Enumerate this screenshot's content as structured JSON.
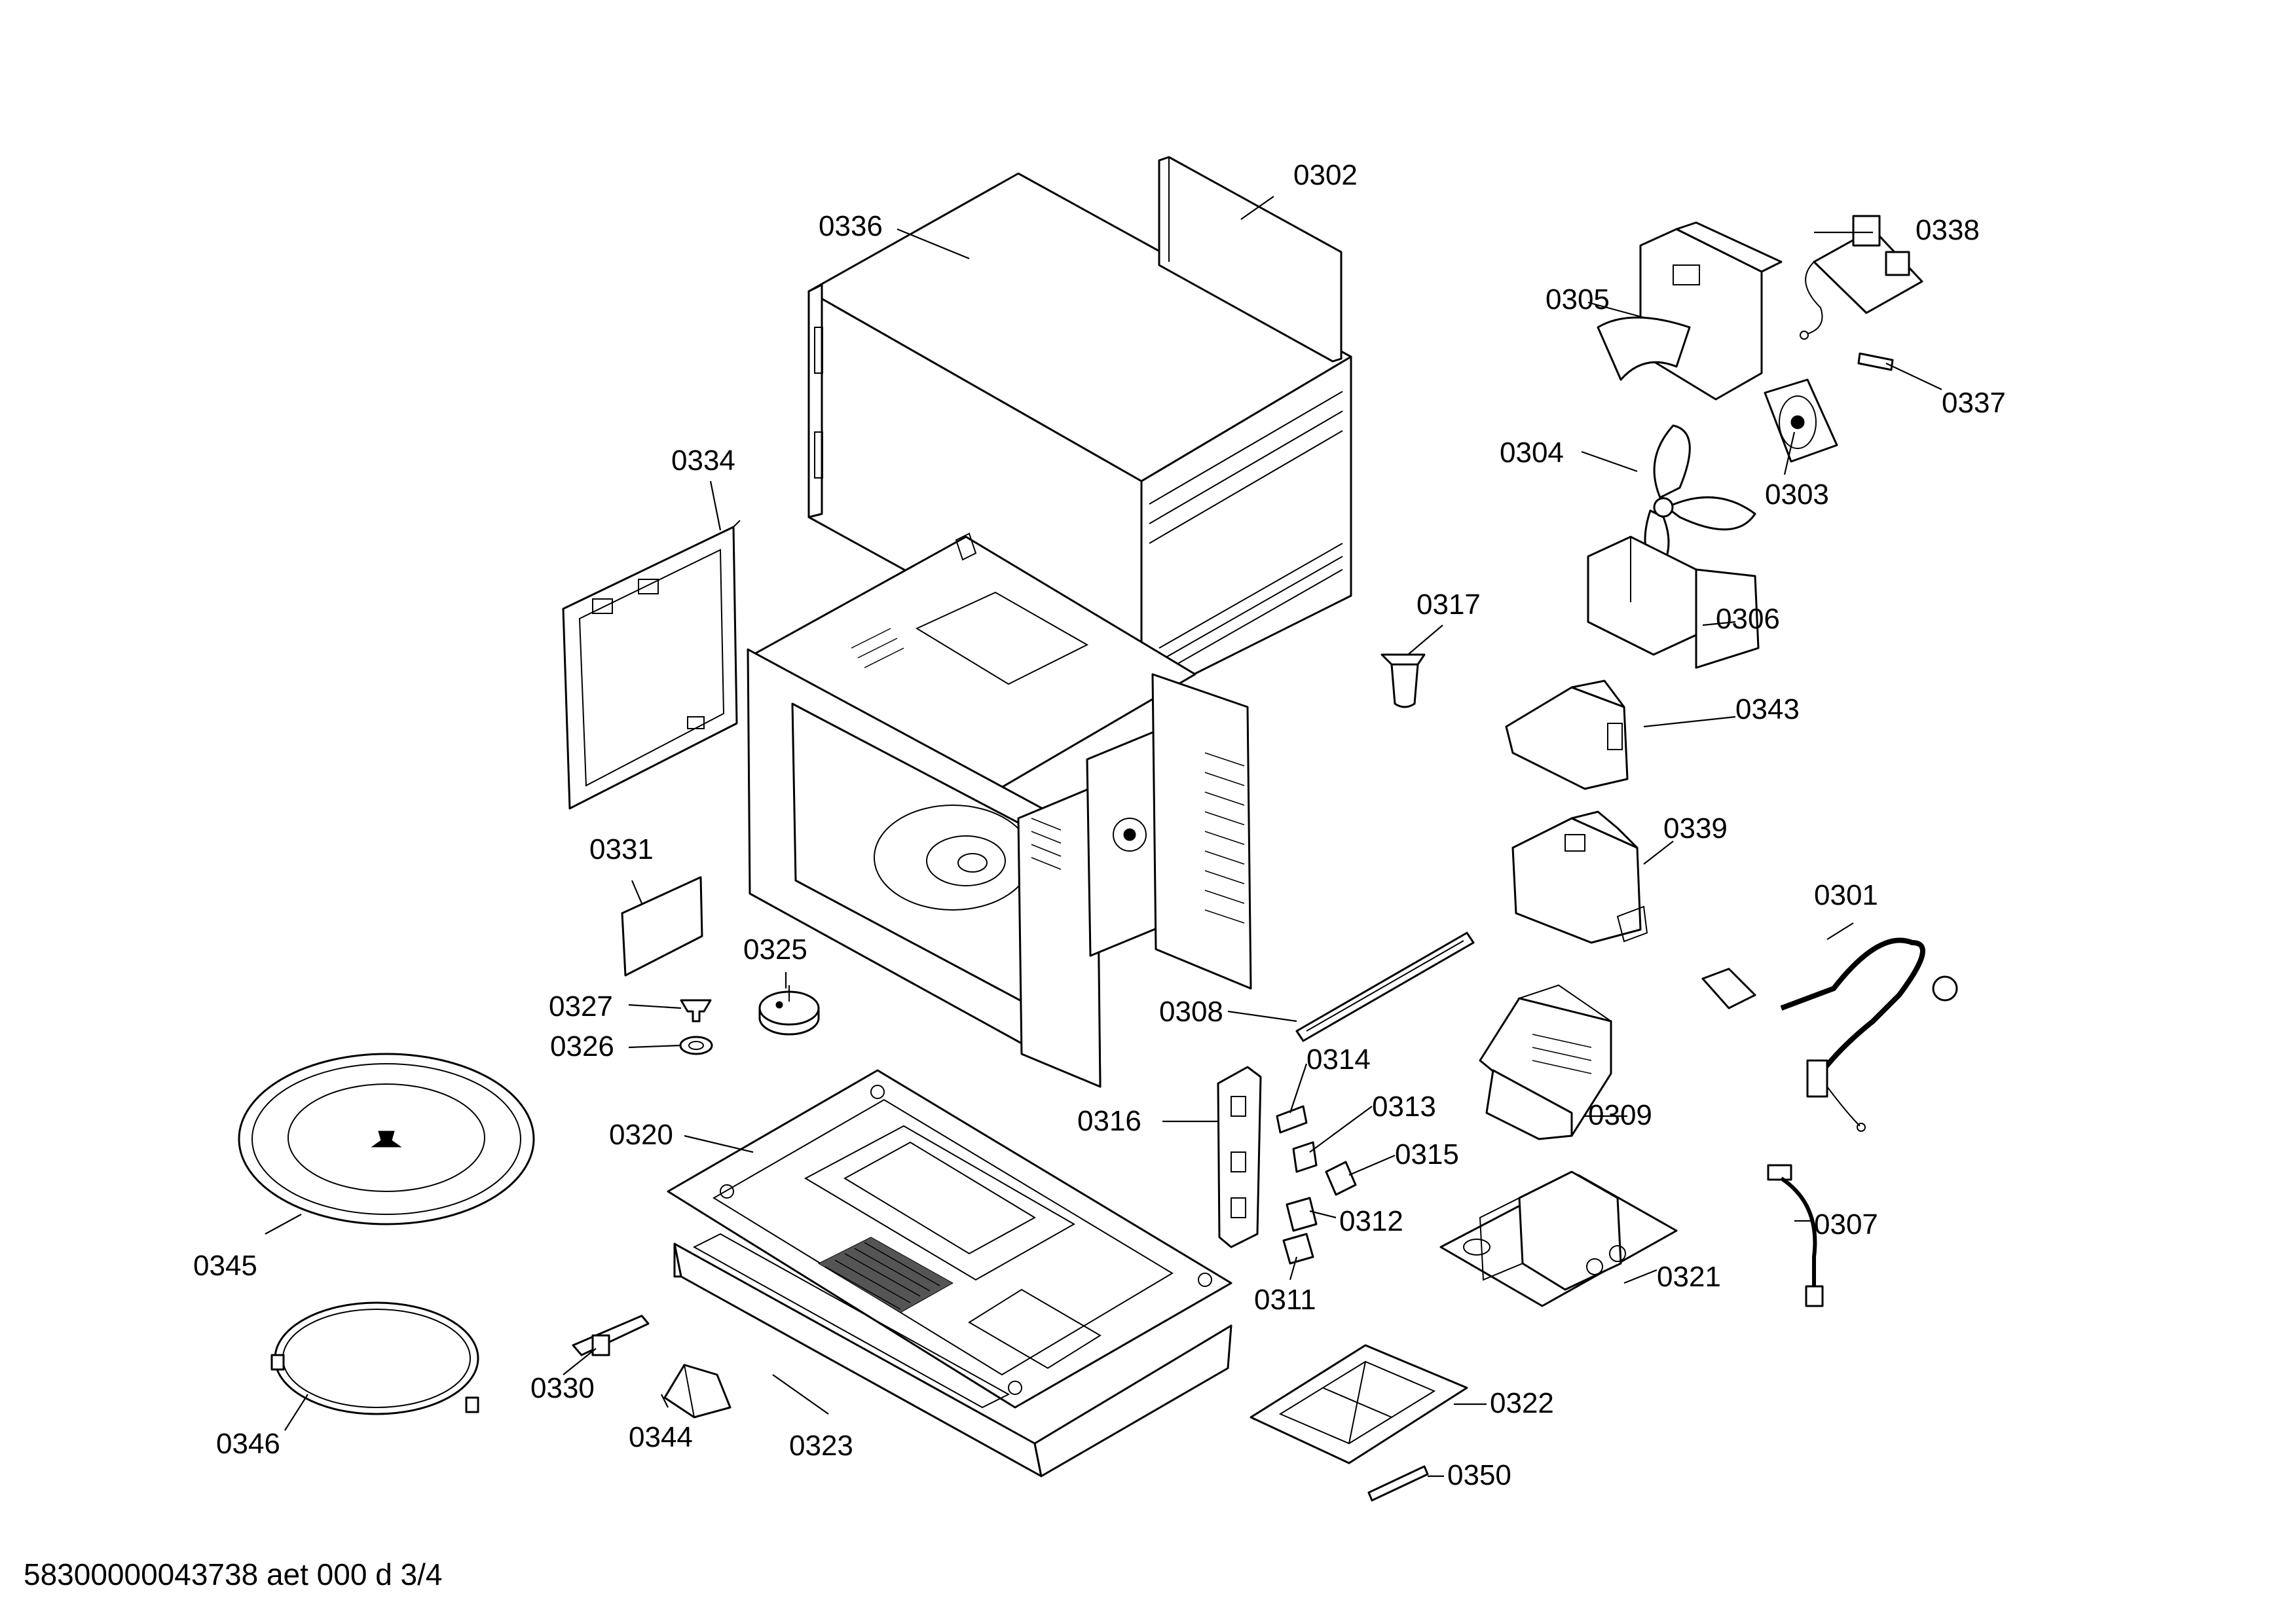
{
  "document_id": "58300000043738 aet 000 d 3/4",
  "labels": {
    "p0301": "0301",
    "p0302": "0302",
    "p0303": "0303",
    "p0304": "0304",
    "p0305": "0305",
    "p0306": "0306",
    "p0307": "0307",
    "p0308": "0308",
    "p0309": "0309",
    "p0311": "0311",
    "p0312": "0312",
    "p0313": "0313",
    "p0314": "0314",
    "p0315": "0315",
    "p0316": "0316",
    "p0317": "0317",
    "p0320": "0320",
    "p0321": "0321",
    "p0322": "0322",
    "p0323": "0323",
    "p0325": "0325",
    "p0326": "0326",
    "p0327": "0327",
    "p0330": "0330",
    "p0331": "0331",
    "p0334": "0334",
    "p0336": "0336",
    "p0337": "0337",
    "p0338": "0338",
    "p0339": "0339",
    "p0343": "0343",
    "p0344": "0344",
    "p0345": "0345",
    "p0346": "0346",
    "p0350": "0350"
  }
}
